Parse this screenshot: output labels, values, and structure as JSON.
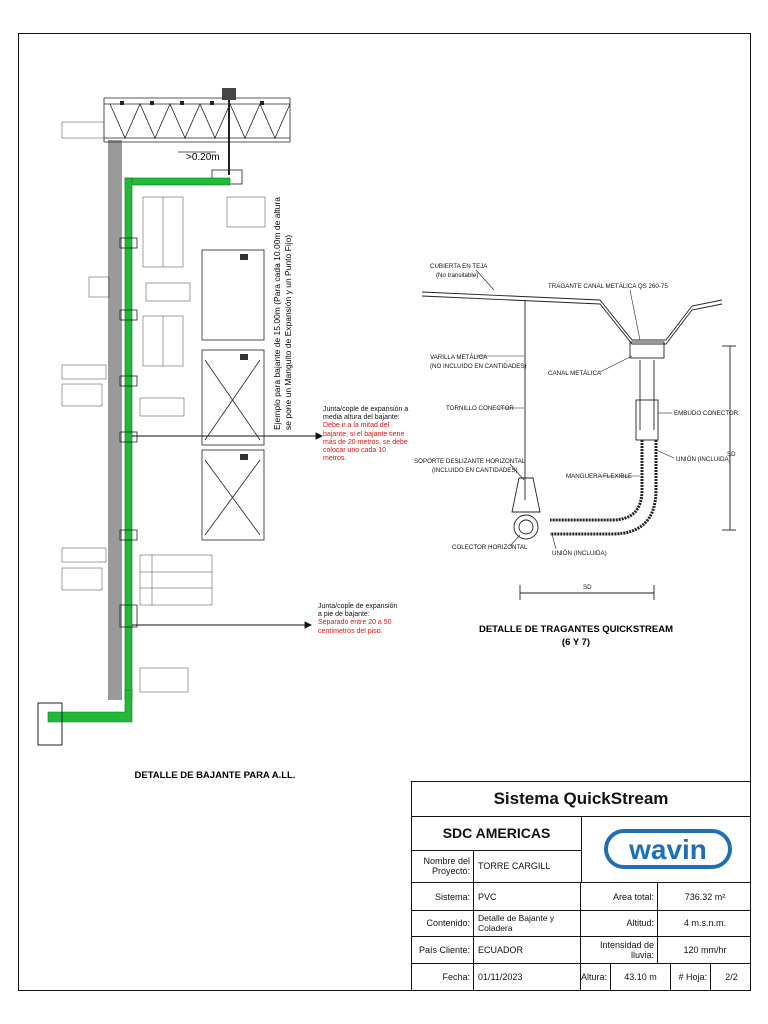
{
  "left_drawing": {
    "caption": "DETALLE DE BAJANTE PARA A.LL.",
    "dimension": ">0.20m",
    "vertical_note_1": "Ejemplo para bajante de 15.00m (Para cada 10.00m de altura",
    "vertical_note_2": "se pone un Manguito de Expansión y un Punto Fijo)",
    "callout_mid": {
      "title": "Junta/cople de expansión a media altura del bajante:",
      "red_text": "Debe ir a la mitad del bajante, si el bajante tiene más de 20 metros, se debe colocar uno cada 10 metros."
    },
    "callout_bottom": {
      "title": "Junta/cople de expansión a pie de bajante:",
      "red_text": "Separado entre 20 a 50 centímetros del piso."
    }
  },
  "right_drawing": {
    "caption_line1": "DETALLE DE TRAGANTES QUICKSTREAM",
    "caption_line2": "(6 Y 7)",
    "labels": {
      "cubierta": "CUBIERTA EN TEJA",
      "cubierta_sub": "(No transitable)",
      "tragante": "TRAGANTE CANAL METÁLICA QS 260-75",
      "varilla": "VARILLA METÁLICA",
      "varilla_sub": "(NO INCLUIDO EN CANTIDADES)",
      "canal": "CANAL METÁLICA",
      "tornillo": "TORNILLO CONECTOR",
      "embudo": "EMBUDO CONECTOR",
      "union_incl": "UNIÓN (INCLUIDA)",
      "soporte": "SOPORTE DESLIZANTE HORIZONTAL",
      "soporte_sub": "(INCLUIDO EN CANTIDADES)",
      "manguera": "MANGUERA FLEXIBLE",
      "colector": "COLECTOR HORIZONTAL",
      "union_bottom": "UNIÓN (INCLUIDA)",
      "sd_vertical": "SD",
      "sd_horizontal": "SD"
    }
  },
  "title_block": {
    "system_title": "Sistema QuickStream",
    "company": "SDC AMERICAS",
    "logo_text": "wavin",
    "project_label": "Nombre del Proyecto:",
    "project_value": "TORRE CARGILL",
    "system_label": "Sistema:",
    "system_value": "PVC",
    "area_label": "Area total:",
    "area_value": "736.32 m²",
    "content_label": "Contenido:",
    "content_value": "Detalle de Bajante y Coladera",
    "altitude_label": "Altitud:",
    "altitude_value": "4 m.s.n.m.",
    "country_label": "País Cliente:",
    "country_value": "ECUADOR",
    "rain_label": "Intensidad de lluvia:",
    "rain_value": "120 mm/hr",
    "date_label": "Fecha:",
    "date_value": "01/11/2023",
    "height_label": "Altura:",
    "height_value": "43.10 m",
    "sheet_label": "# Hoja:",
    "sheet_value": "2/2"
  },
  "colors": {
    "pipe_green": "#22b83a",
    "pipe_dark": "#0d7a1f",
    "note_red": "#e01010",
    "wavin_blue": "#1f6fb2",
    "wall_gray": "#9a9a9a"
  }
}
